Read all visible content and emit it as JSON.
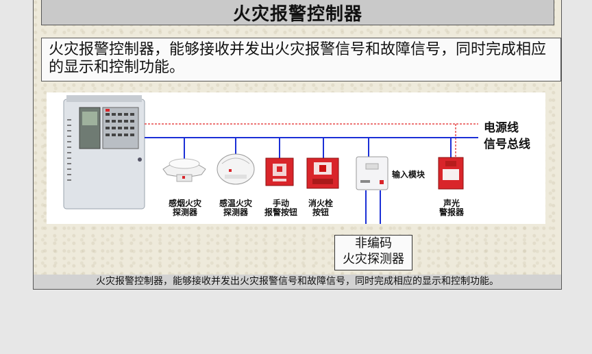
{
  "title": "火灾报警控制器",
  "description": "火灾报警控制器，能够接收并发出火灾报警信号和故障信号，同时完成相应的显示和控制功能。",
  "caption": "火灾报警控制器，能够接收并发出火灾报警信号和故障信号，同时完成相应的显示和控制功能。",
  "lines": {
    "power": "电源线",
    "signal": "信号总线"
  },
  "devices": {
    "smoke_detector": [
      "感烟火灾",
      "探测器"
    ],
    "heat_detector": [
      "感温火灾",
      "探测器"
    ],
    "manual_call_point": [
      "手动",
      "报警按钮"
    ],
    "hydrant_button": [
      "消火栓",
      "按钮"
    ],
    "input_module": "输入模块",
    "sounder_strobe": [
      "声光",
      "警报器"
    ],
    "non_addressable_detector": [
      "非编码",
      "火灾探测器"
    ]
  },
  "colors": {
    "signal_line": "#1a2fd6",
    "power_line": "#e02020",
    "device_red": "#d9252a"
  }
}
